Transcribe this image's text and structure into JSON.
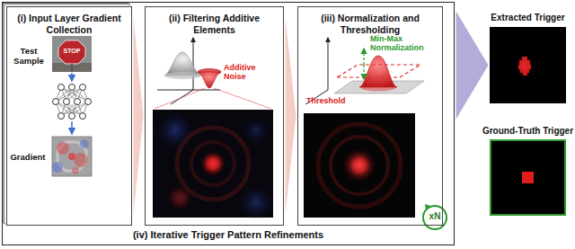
{
  "diagram": {
    "nodes": [
      {
        "text": [
          "(iv) Iterative Trigger Pattern Refinements"
        ]
      },
      {
        "text": [
          "(i) Input Layer Gradient Collection"
        ],
        "in": 0
      },
      {
        "text": [
          "Test Sample"
        ],
        "in": 1
      },
      {
        "text": [
          "Gradient"
        ],
        "in": 1
      },
      {
        "text": [
          "(ii) Filtering Additive Elements"
        ],
        "in": 0
      },
      {
        "text": [
          "(iii) Normalization and Thresholding"
        ],
        "in": 0
      },
      {
        "text": [
          "Extracted Trigger"
        ]
      },
      {
        "text": [
          "Ground-Truth Trigger"
        ]
      }
    ],
    "edges": [
      {
        "from": 1,
        "to": 4,
        "arrow": "to"
      },
      {
        "from": 4,
        "to": 5,
        "arrow": "to"
      },
      {
        "from": 0,
        "to": 6,
        "arrow": "to"
      }
    ],
    "labels": [
      "STOP",
      "Additive Noise",
      "Min-Max Normalization",
      "Threshold",
      "xN"
    ]
  }
}
